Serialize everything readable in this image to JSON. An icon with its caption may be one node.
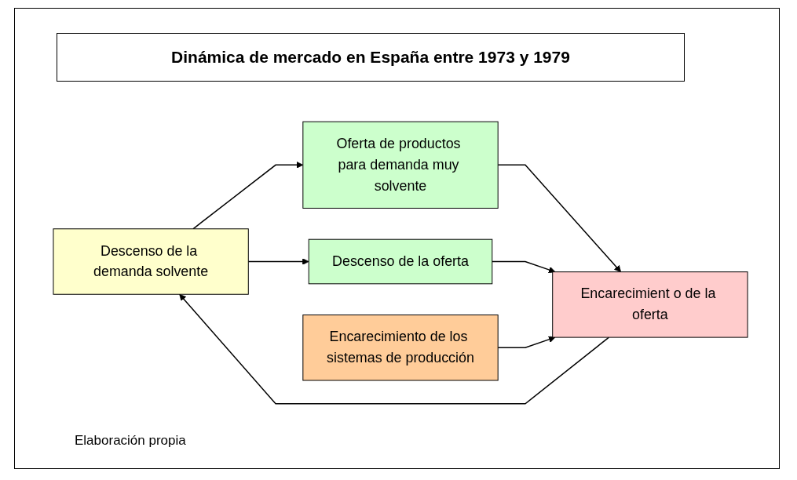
{
  "diagram": {
    "title": "Dinámica de mercado en España entre 1973 y 1979",
    "nodes": [
      {
        "text": [
          "Descenso de la demanda solvente"
        ]
      },
      {
        "text": [
          "Oferta de productos para demanda muy solvente"
        ]
      },
      {
        "text": [
          "Descenso de la oferta"
        ]
      },
      {
        "text": [
          "Encarecimient o de la oferta"
        ]
      },
      {
        "text": [
          "Encarecimiento de los sistemas de producción"
        ]
      }
    ],
    "edges": [
      {
        "from": 0,
        "to": 1,
        "arrow": "to"
      },
      {
        "from": 0,
        "to": 2,
        "arrow": "to"
      },
      {
        "from": 1,
        "to": 3,
        "arrow": "to"
      },
      {
        "from": 2,
        "to": 3,
        "arrow": "to"
      },
      {
        "from": 4,
        "to": 3,
        "arrow": "to"
      },
      {
        "from": 3,
        "to": 0,
        "arrow": "to"
      }
    ],
    "labels": [
      "Elaboración propia"
    ]
  }
}
